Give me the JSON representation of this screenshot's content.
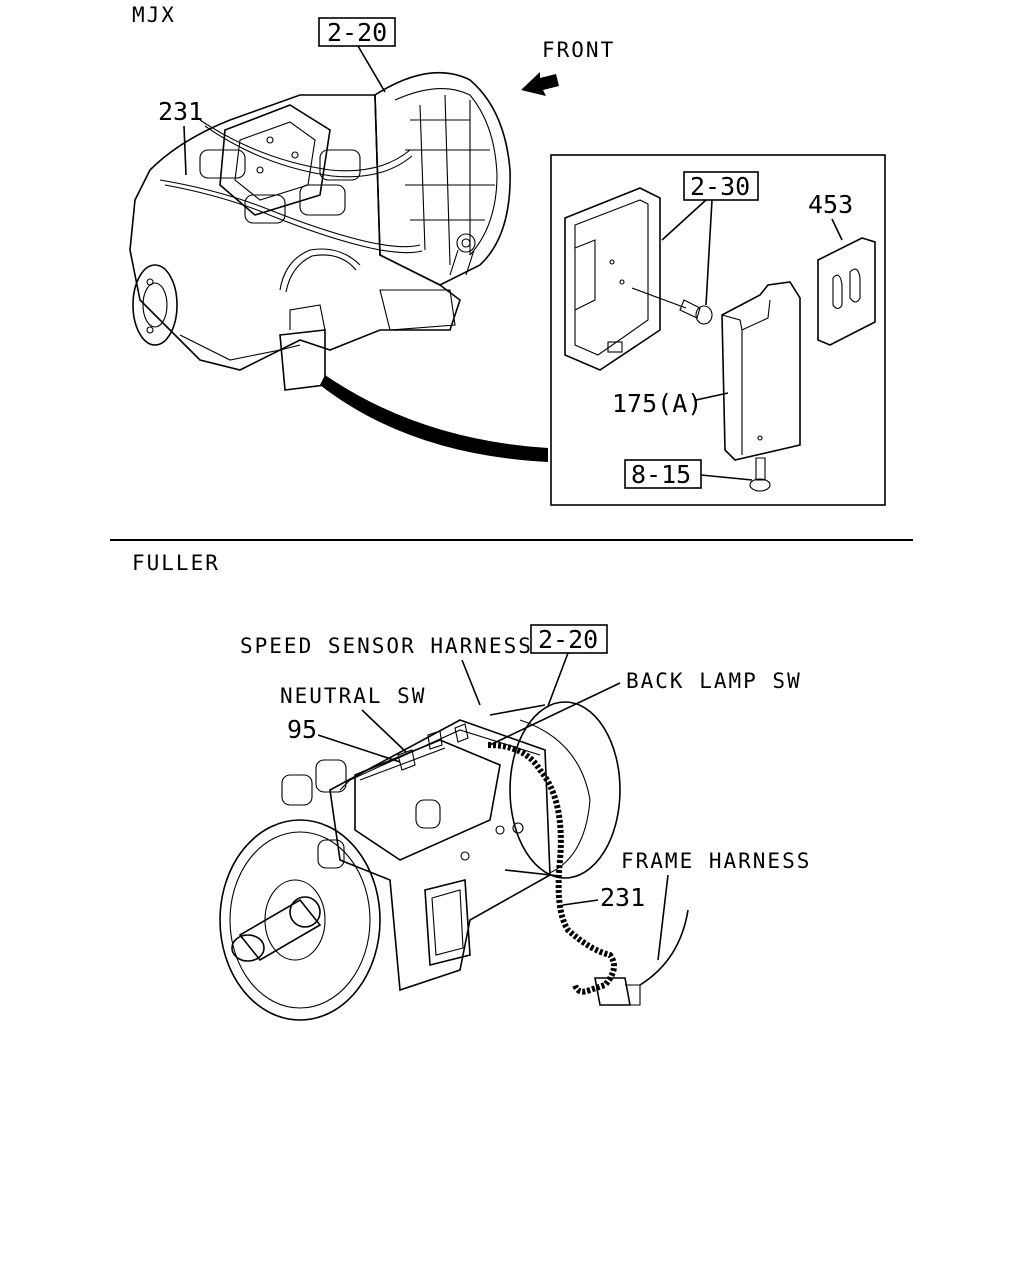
{
  "sections": [
    {
      "id": "mjx",
      "title": "MJX",
      "callouts": {
        "ref_top": "2-20",
        "part_231": "231",
        "front": "FRONT",
        "ref_bracket": "2-30",
        "part_453": "453",
        "part_175a": "175(A)",
        "ref_bolt": "8-15"
      }
    },
    {
      "id": "fuller",
      "title": "FULLER",
      "callouts": {
        "speed_sensor_harness": "SPEED SENSOR HARNESS",
        "ref_top": "2-20",
        "neutral_sw": "NEUTRAL SW",
        "back_lamp_sw": "BACK LAMP SW",
        "part_95": "95",
        "frame_harness": "FRAME HARNESS",
        "part_231": "231"
      }
    }
  ]
}
